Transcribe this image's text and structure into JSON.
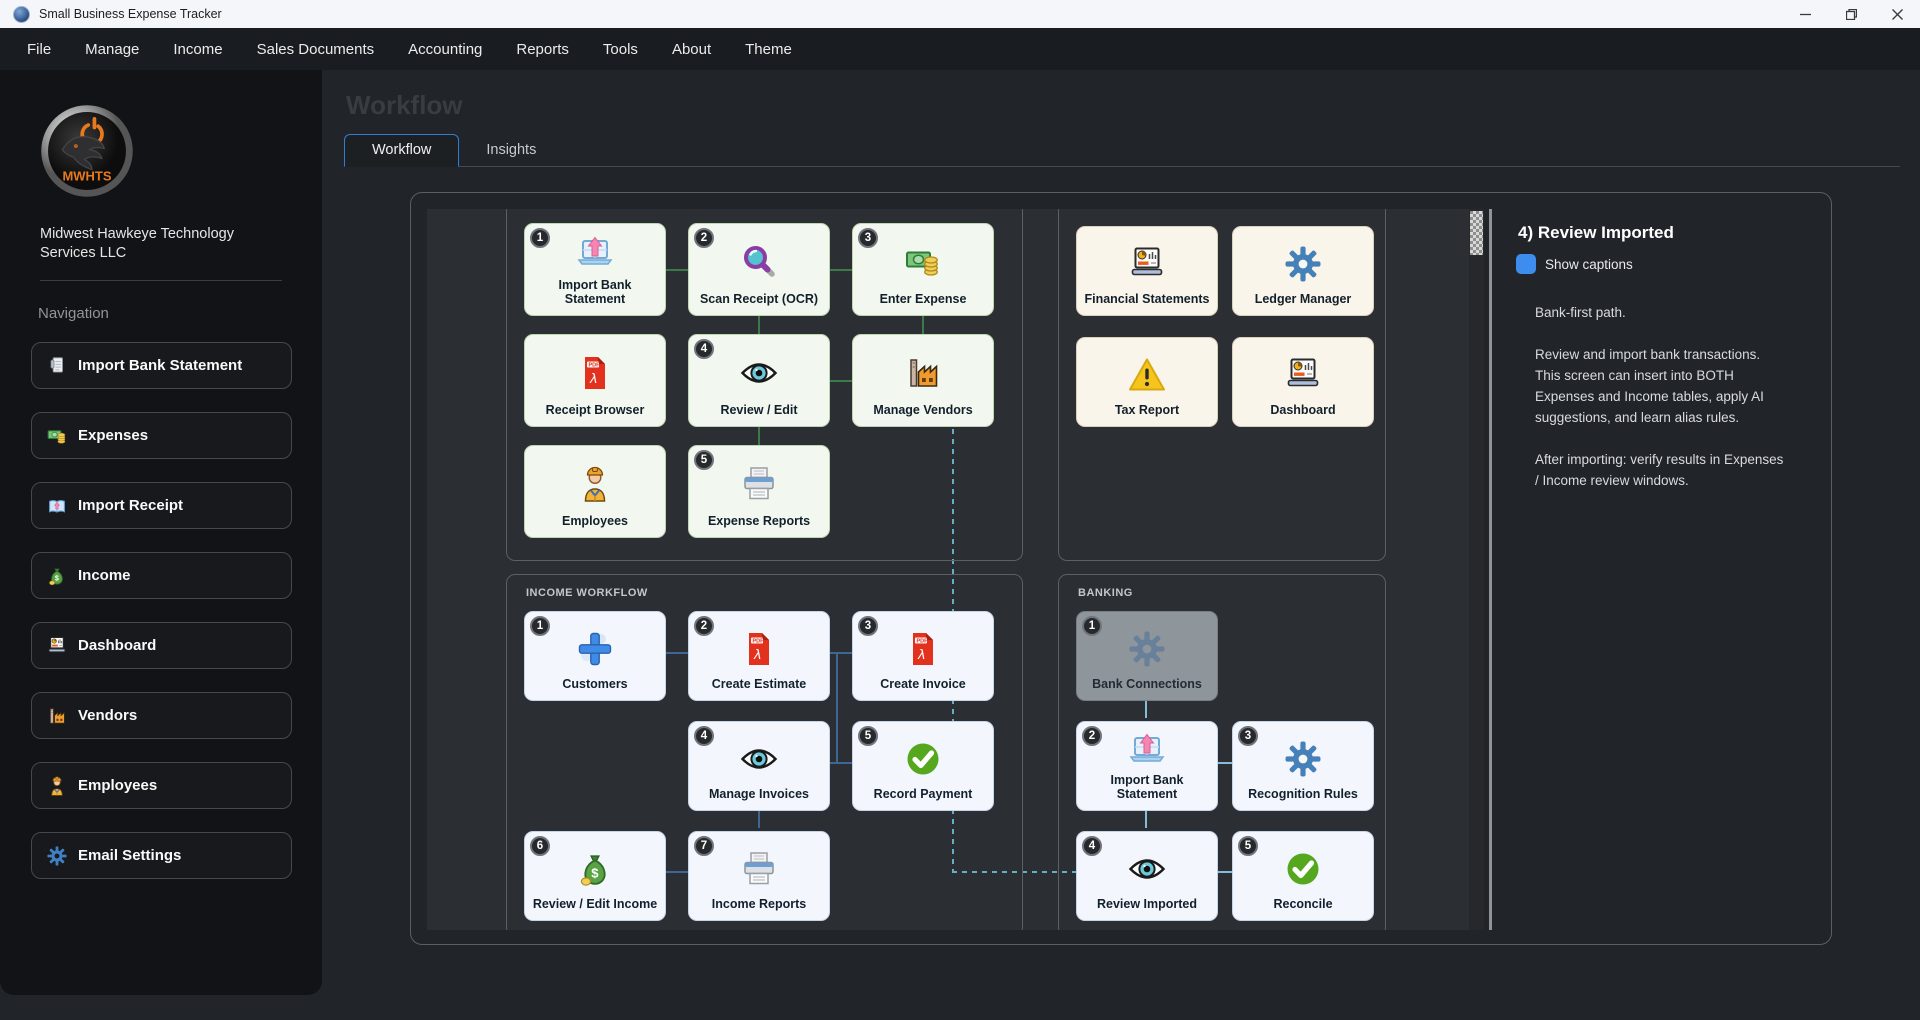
{
  "window": {
    "title": "Small Business Expense Tracker",
    "controls": {
      "minimize": "minimize",
      "restore": "restore",
      "close": "close"
    }
  },
  "menu": {
    "items": [
      "File",
      "Manage",
      "Income",
      "Sales Documents",
      "Accounting",
      "Reports",
      "Tools",
      "About",
      "Theme"
    ]
  },
  "sidebar": {
    "logo_text": "MWHTS",
    "company_name": "Midwest Hawkeye Technology Services LLC",
    "section_label": "Navigation",
    "items": [
      {
        "label": "Import Bank Statement",
        "icon": "doc-gray"
      },
      {
        "label": "Expenses",
        "icon": "money"
      },
      {
        "label": "Import Receipt",
        "icon": "book-import"
      },
      {
        "label": "Income",
        "icon": "moneybag"
      },
      {
        "label": "Dashboard",
        "icon": "laptop-chart"
      },
      {
        "label": "Vendors",
        "icon": "factory"
      },
      {
        "label": "Employees",
        "icon": "worker"
      },
      {
        "label": "Email Settings",
        "icon": "gear"
      }
    ]
  },
  "page": {
    "title": "Workflow",
    "tabs": [
      {
        "label": "Workflow",
        "active": true
      },
      {
        "label": "Insights",
        "active": false
      }
    ]
  },
  "canvas": {
    "groups": [
      {
        "id": "expense",
        "label": "",
        "cards": [
          {
            "num": "1",
            "icon": "laptop-up",
            "label": "Import Bank Statement",
            "col": 1,
            "row": 1
          },
          {
            "num": "2",
            "icon": "magnifier",
            "label": "Scan Receipt (OCR)",
            "col": 2,
            "row": 1
          },
          {
            "num": "3",
            "icon": "money",
            "label": "Enter Expense",
            "col": 3,
            "row": 1
          },
          {
            "icon": "pdf",
            "label": "Receipt Browser",
            "col": 1,
            "row": 2
          },
          {
            "num": "4",
            "icon": "eye",
            "label": "Review / Edit",
            "col": 2,
            "row": 2
          },
          {
            "icon": "factory",
            "label": "Manage Vendors",
            "col": 3,
            "row": 2
          },
          {
            "icon": "worker",
            "label": "Employees",
            "col": 1,
            "row": 3
          },
          {
            "num": "5",
            "icon": "printer",
            "label": "Expense Reports",
            "col": 2,
            "row": 3
          }
        ]
      },
      {
        "id": "reports",
        "label": "",
        "cards": [
          {
            "icon": "laptop-chart",
            "label": "Financial Statements",
            "col": 1,
            "row": 1
          },
          {
            "icon": "gear",
            "label": "Ledger Manager",
            "col": 2,
            "row": 1
          },
          {
            "icon": "warning",
            "label": "Tax Report",
            "col": 1,
            "row": 2
          },
          {
            "icon": "laptop-chart",
            "label": "Dashboard",
            "col": 2,
            "row": 2
          }
        ]
      },
      {
        "id": "income",
        "label": "INCOME WORKFLOW",
        "cards": [
          {
            "num": "1",
            "icon": "plus",
            "label": "Customers",
            "col": 1,
            "row": 1
          },
          {
            "num": "2",
            "icon": "pdf",
            "label": "Create Estimate",
            "col": 2,
            "row": 1
          },
          {
            "num": "3",
            "icon": "pdf",
            "label": "Create Invoice",
            "col": 3,
            "row": 1
          },
          {
            "num": "4",
            "icon": "eye",
            "label": "Manage Invoices",
            "col": 2,
            "row": 2
          },
          {
            "num": "5",
            "icon": "check",
            "label": "Record Payment",
            "col": 3,
            "row": 2
          },
          {
            "num": "6",
            "icon": "moneybag",
            "label": "Review / Edit Income",
            "col": 1,
            "row": 3
          },
          {
            "num": "7",
            "icon": "printer",
            "label": "Income Reports",
            "col": 2,
            "row": 3
          }
        ]
      },
      {
        "id": "banking",
        "label": "BANKING",
        "cards": [
          {
            "num": "1",
            "icon": "gear",
            "label": "Bank Connections",
            "col": 1,
            "row": 1,
            "muted": true
          },
          {
            "num": "2",
            "icon": "laptop-up",
            "label": "Import Bank Statement",
            "col": 1,
            "row": 2
          },
          {
            "num": "3",
            "icon": "gear",
            "label": "Recognition Rules",
            "col": 2,
            "row": 2
          },
          {
            "num": "4",
            "icon": "eye",
            "label": "Review Imported",
            "col": 1,
            "row": 3
          },
          {
            "num": "5",
            "icon": "check",
            "label": "Reconcile",
            "col": 2,
            "row": 3
          }
        ]
      }
    ]
  },
  "info_panel": {
    "heading": "4) Review Imported",
    "checkbox_label": "Show captions",
    "p_path": "Bank-first path.",
    "p_main": "Review and import bank transactions. This screen can insert into BOTH Expenses and Income tables, apply AI suggestions, and learn alias rules.",
    "p_after": "After importing: verify results in Expenses / Income review windows.",
    "accent_color": "#3d8def"
  }
}
